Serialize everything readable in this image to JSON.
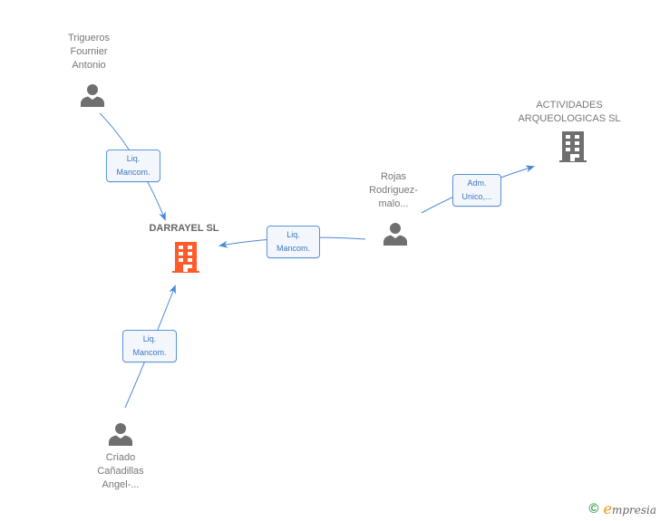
{
  "nodes": {
    "trigueros": {
      "label": "Trigueros\nFournier\nAntonio",
      "type": "person"
    },
    "darrayel": {
      "label": "DARRAYEL SL",
      "type": "company",
      "main": true
    },
    "rojas": {
      "label": "Rojas\nRodriguez-\nmalo...",
      "type": "person"
    },
    "actividades": {
      "label": "ACTIVIDADES\nARQUEOLOGICAS SL",
      "type": "company"
    },
    "criado": {
      "label": "Criado\nCañadillas\nAngel-...",
      "type": "person"
    }
  },
  "edges": [
    {
      "from": "trigueros",
      "to": "darrayel",
      "label": "Liq.\nMancom."
    },
    {
      "from": "rojas",
      "to": "darrayel",
      "label": "Liq.\nMancom."
    },
    {
      "from": "criado",
      "to": "darrayel",
      "label": "Liq.\nMancom."
    },
    {
      "from": "rojas",
      "to": "actividades",
      "label": "Adm.\nUnico,..."
    }
  ],
  "colors": {
    "main_company": "#ff5a2a",
    "company": "#6f6f6f",
    "person": "#6f6f6f",
    "edge": "#4a88d6"
  },
  "footer": {
    "copyright": "©",
    "brand_initial": "e",
    "brand_rest": "mpresia"
  }
}
